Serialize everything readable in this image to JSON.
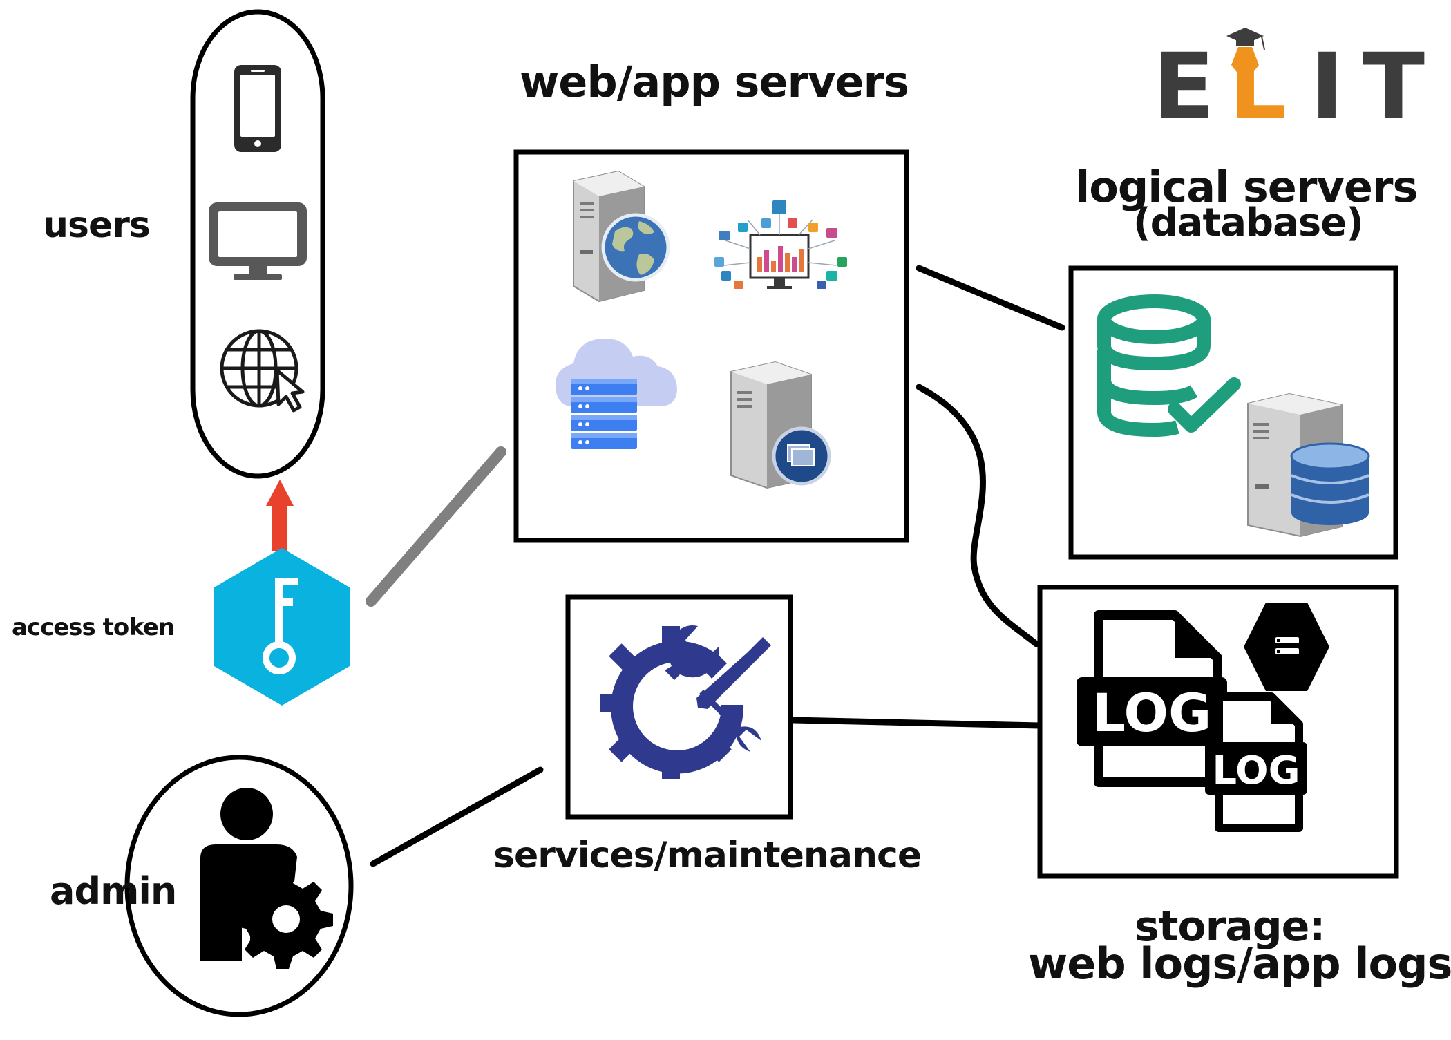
{
  "labels": {
    "users": "users",
    "access_token": "access token",
    "admin": "admin",
    "web_app_servers": "web/app servers",
    "logical_servers_line1": "logical servers",
    "logical_servers_line2": "(database)",
    "services_maintenance": "services/maintenance",
    "storage_line1": "storage:",
    "storage_line2": "web logs/app logs"
  },
  "logo": {
    "letters": [
      "E",
      "L",
      "I",
      "T"
    ],
    "text_color": "#3d3d3d",
    "accent_color": "#f0931e"
  },
  "log_icon_text": "LOG",
  "colors": {
    "arrow": "#e8412c",
    "token_hex": "#0ab2df",
    "gear_blue": "#2f3a8f",
    "db_green": "#1e9e7d",
    "line_gray": "#808080"
  }
}
